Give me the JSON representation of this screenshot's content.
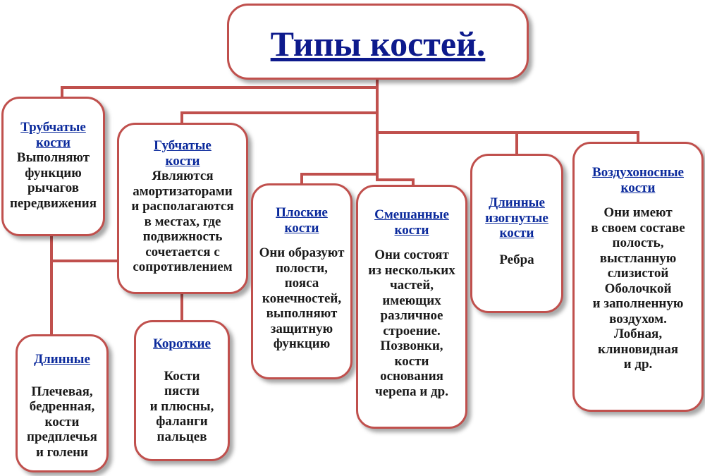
{
  "title": "Типы костей.",
  "colors": {
    "border": "#c0504d",
    "title": "#0b2a9c",
    "text": "#1a1a1a"
  },
  "nodes": {
    "tubular": {
      "title": [
        "Трубчатые",
        "кости"
      ],
      "desc": [
        "Выполняют",
        "функцию",
        "рычагов",
        "передвижения"
      ]
    },
    "spongy": {
      "title": [
        "Губчатые",
        "кости"
      ],
      "desc": [
        "Являются",
        "амортизаторами",
        "и располагаются",
        "в местах, где",
        "подвижность",
        "сочетается с",
        "сопротивлением"
      ]
    },
    "flat": {
      "title": [
        "Плоские",
        "кости"
      ],
      "desc": [
        "Они образуют",
        "полости,",
        "пояса",
        "конечностей,",
        "выполняют",
        "защитную",
        "функцию"
      ]
    },
    "mixed": {
      "title": [
        "Смешанные",
        "кости"
      ],
      "desc": [
        "Они состоят",
        "из нескольких",
        "частей,",
        "имеющих",
        "различное",
        "строение.",
        "Позвонки,",
        "кости",
        "основания",
        "черепа и др."
      ]
    },
    "curved": {
      "title": [
        "Длинные",
        "изогнутые",
        "кости"
      ],
      "desc": [
        "Ребра"
      ]
    },
    "air": {
      "title": [
        "Воздухоносные",
        "кости"
      ],
      "desc": [
        "Они имеют",
        "в своем составе",
        "полость,",
        "выстланную",
        "слизистой",
        "Оболочкой",
        "и заполненную",
        "воздухом.",
        "Лобная,",
        "клиновидная",
        "и др."
      ]
    },
    "long": {
      "title": [
        "Длинные"
      ],
      "desc": [
        "Плечевая,",
        "бедренная,",
        "кости",
        "предплечья",
        "и голени"
      ]
    },
    "short": {
      "title": [
        "Короткие"
      ],
      "desc": [
        "Кости",
        "пясти",
        "и плюсны,",
        "фаланги",
        "пальцев"
      ]
    }
  }
}
